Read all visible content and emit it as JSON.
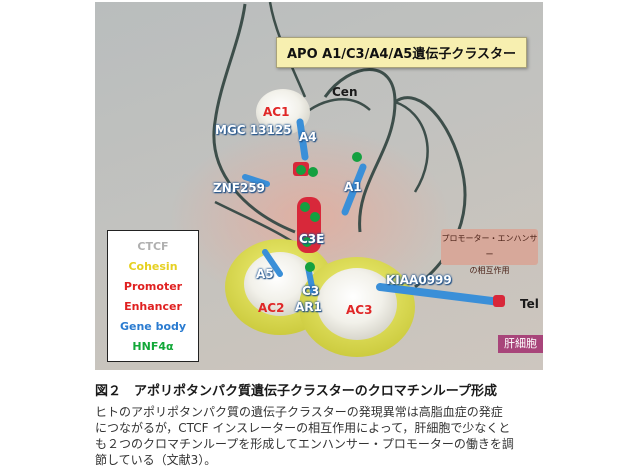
{
  "figure": {
    "title_box": "APO A1/C3/A4/A5遺伝子クラスター",
    "labels": {
      "cen": "Cen",
      "tel": "Tel",
      "ac1": "AC1",
      "ac2": "AC2",
      "ac3": "AC3",
      "mgc": "MGC 13125",
      "a4": "A4",
      "znf": "ZNF259",
      "a1": "A1",
      "c3e": "C3E",
      "a5": "A5",
      "c3": "C3",
      "ar1": "AR1",
      "kiaa": "KIAA0999"
    },
    "legend": {
      "items": [
        {
          "label": "CTCF",
          "color": "#ffffff"
        },
        {
          "label": "Cohesin",
          "color": "#e6d020"
        },
        {
          "label": "Promoter",
          "color": "#e02020"
        },
        {
          "label": "Enhancer",
          "color": "#e02020"
        },
        {
          "label": "Gene body",
          "color": "#2a7bd0"
        },
        {
          "label": "HNF4α",
          "color": "#12a838"
        }
      ]
    },
    "interaction_box": {
      "line1": "プロモーター・エンハンサー",
      "line2": "の相互作用"
    },
    "liver_label": "肝細胞"
  },
  "caption": {
    "title": "図２　アポリポタンパク質遺伝子クラスターのクロマチンループ形成",
    "lines": [
      "ヒトのアポリポタンパク質の遺伝子クラスターの発現異常は高脂血症の発症",
      "につながるが，CTCF インスレーターの相互作用によって，肝細胞で少なくと",
      "も２つのクロマチンループを形成してエンハンサー・プロモーターの働きを調",
      "節している（文献3）。"
    ]
  },
  "colors": {
    "cable": "#3d4e4a",
    "gene_body": "#3a8fd8",
    "promoter": "#d8283a",
    "hnf4": "#14a040",
    "cohesin": "#e8e020",
    "ctcf_sphere": "#f7f7f2"
  }
}
